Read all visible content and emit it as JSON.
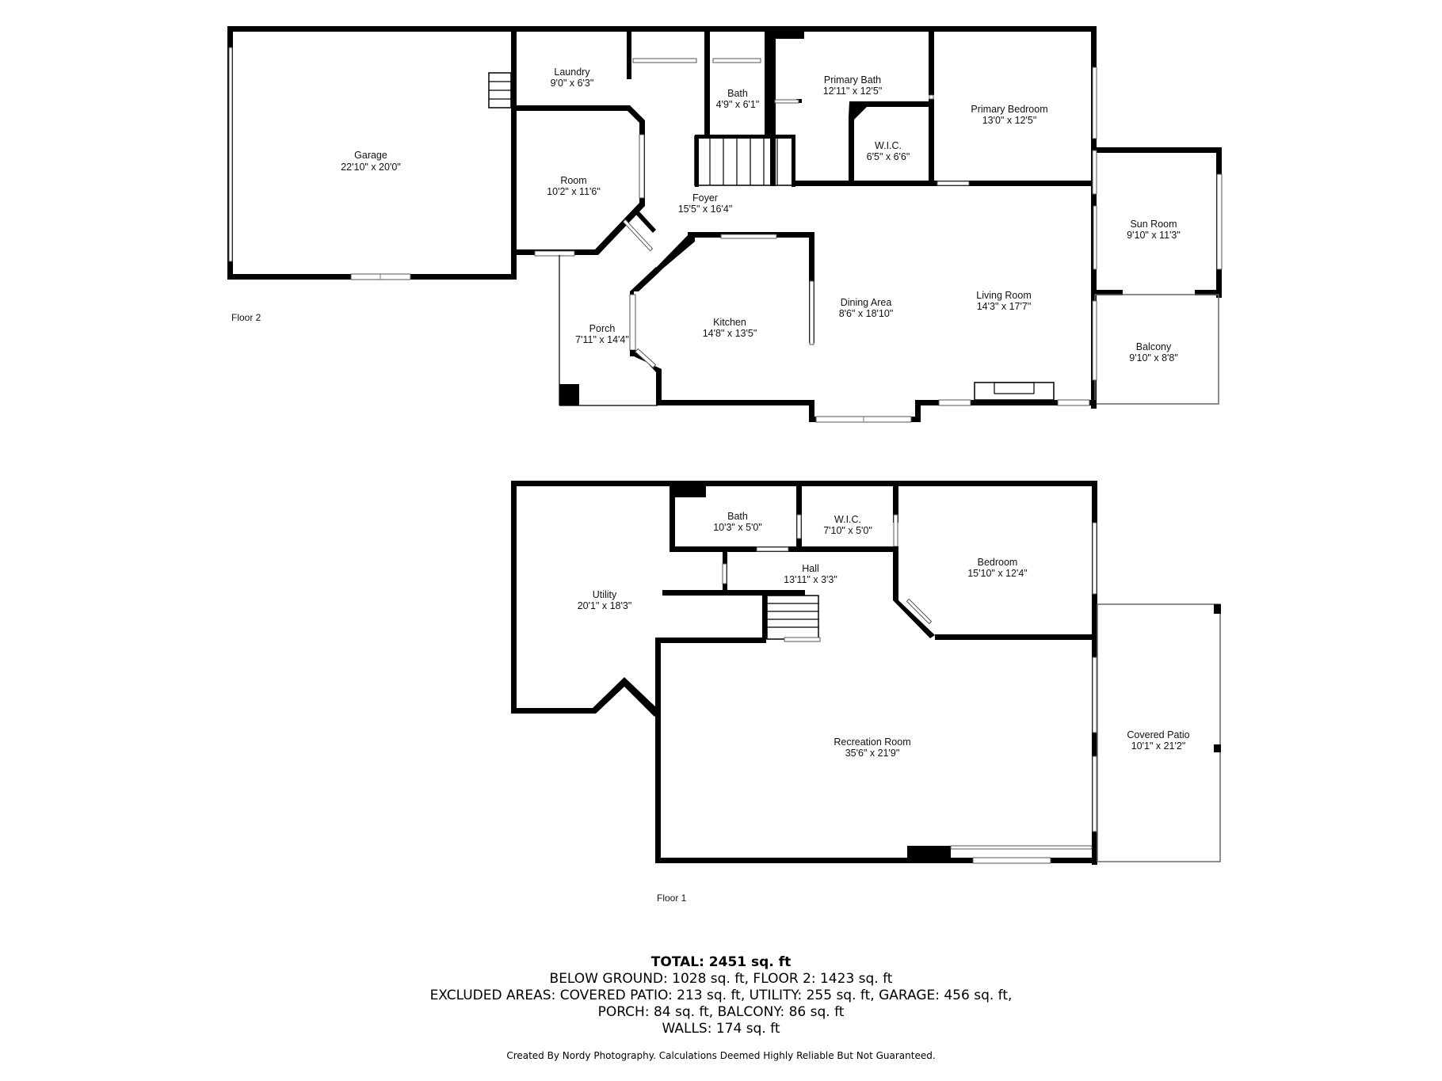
{
  "floors": [
    {
      "label": "Floor 2"
    },
    {
      "label": "Floor 1"
    }
  ],
  "rooms": {
    "garage": {
      "name": "Garage",
      "dims": "22'10\" x 20'0\""
    },
    "laundry": {
      "name": "Laundry",
      "dims": "9'0\" x 6'3\""
    },
    "bath_f2": {
      "name": "Bath",
      "dims": "4'9\" x 6'1\""
    },
    "primary_bath": {
      "name": "Primary Bath",
      "dims": "12'11\" x 12'5\""
    },
    "primary_bedroom": {
      "name": "Primary Bedroom",
      "dims": "13'0\" x 12'5\""
    },
    "wic_f2": {
      "name": "W.I.C.",
      "dims": "6'5\" x 6'6\""
    },
    "room": {
      "name": "Room",
      "dims": "10'2\" x 11'6\""
    },
    "foyer": {
      "name": "Foyer",
      "dims": "15'5\" x 16'4\""
    },
    "sun_room": {
      "name": "Sun Room",
      "dims": "9'10\" x 11'3\""
    },
    "kitchen": {
      "name": "Kitchen",
      "dims": "14'8\" x 13'5\""
    },
    "dining_area": {
      "name": "Dining Area",
      "dims": "8'6\" x 18'10\""
    },
    "living_room": {
      "name": "Living Room",
      "dims": "14'3\" x 17'7\""
    },
    "porch": {
      "name": "Porch",
      "dims": "7'11\" x 14'4\""
    },
    "balcony": {
      "name": "Balcony",
      "dims": "9'10\" x 8'8\""
    },
    "bath_f1": {
      "name": "Bath",
      "dims": "10'3\" x 5'0\""
    },
    "wic_f1": {
      "name": "W.I.C.",
      "dims": "7'10\" x 5'0\""
    },
    "hall": {
      "name": "Hall",
      "dims": "13'11\" x 3'3\""
    },
    "bedroom": {
      "name": "Bedroom",
      "dims": "15'10\" x 12'4\""
    },
    "utility": {
      "name": "Utility",
      "dims": "20'1\" x 18'3\""
    },
    "recreation_room": {
      "name": "Recreation Room",
      "dims": "35'6\" x 21'9\""
    },
    "covered_patio": {
      "name": "Covered Patio",
      "dims": "10'1\" x 21'2\""
    }
  },
  "summary": {
    "total": "TOTAL: 2451 sq. ft",
    "line1": "BELOW GROUND: 1028 sq. ft, FLOOR 2: 1423 sq. ft",
    "line2": "EXCLUDED AREAS: COVERED PATIO: 213 sq. ft, UTILITY: 255 sq. ft, GARAGE: 456 sq. ft,",
    "line3": "PORCH: 84 sq. ft, BALCONY: 86 sq. ft",
    "line4": "WALLS: 174 sq. ft"
  },
  "credit": "Created By Nordy Photography. Calculations Deemed Highly Reliable But Not Guaranteed."
}
